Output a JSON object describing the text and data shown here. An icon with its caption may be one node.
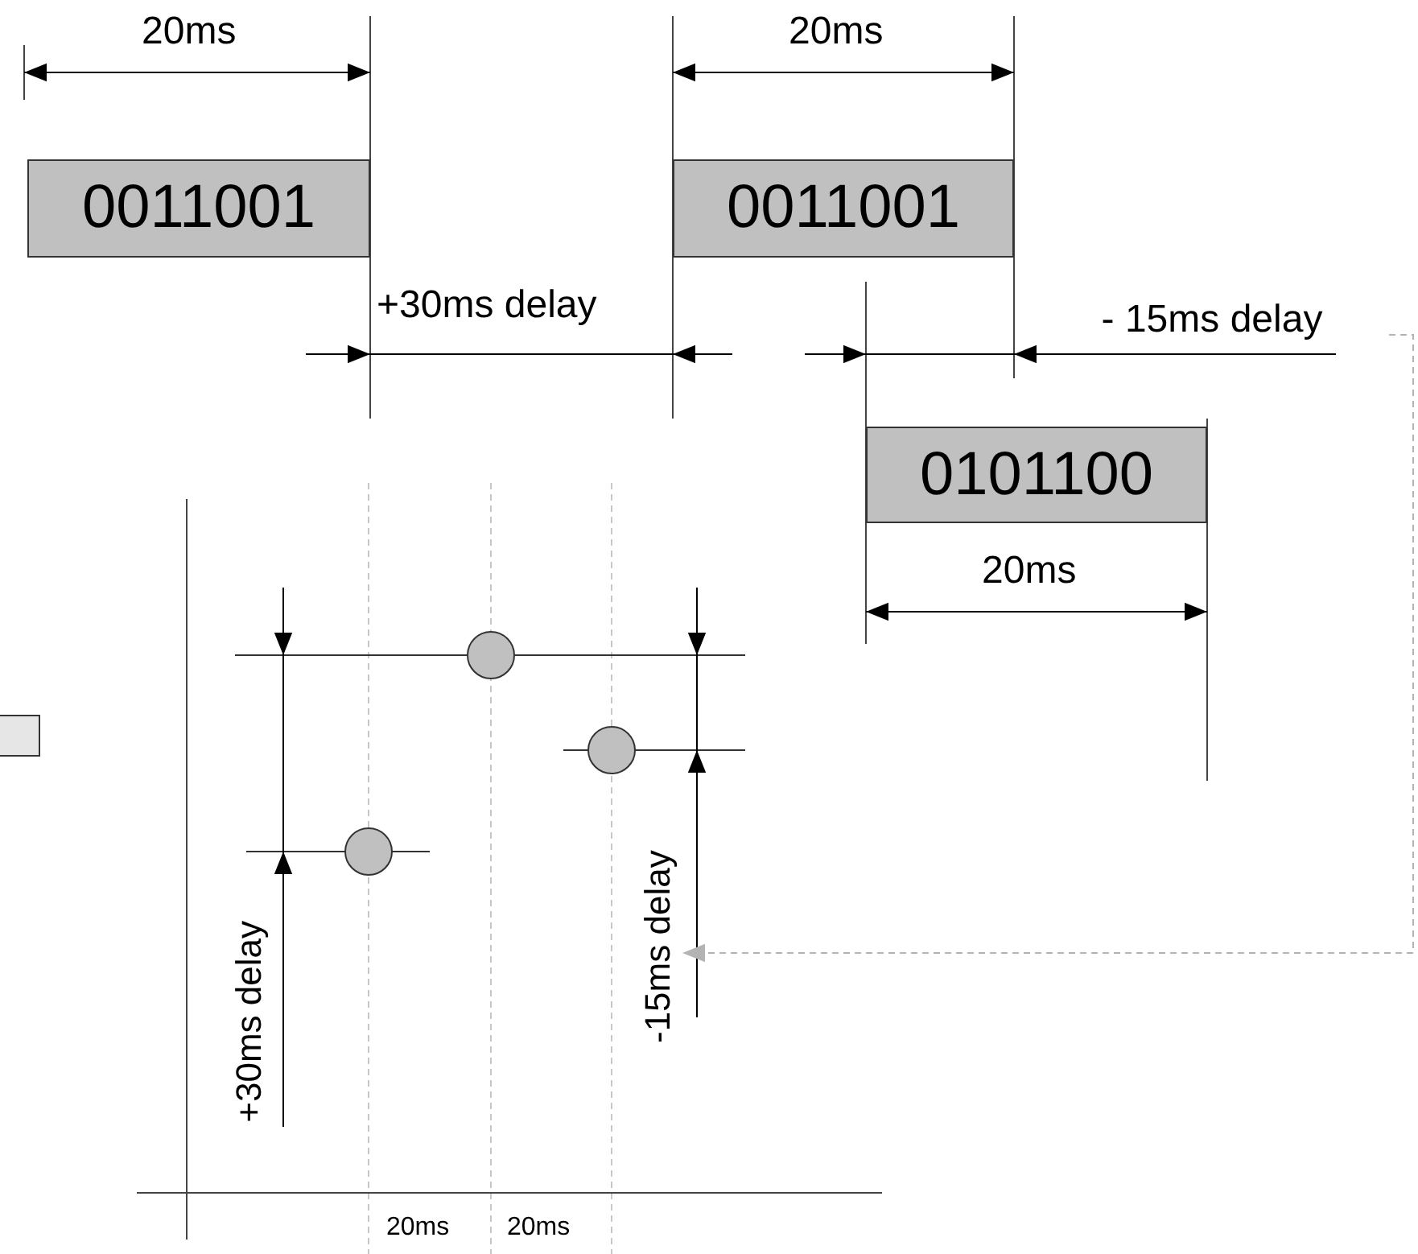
{
  "diagram": {
    "nodes": [
      {
        "text": [
          "0011001"
        ]
      },
      {
        "text": [
          "0011001"
        ]
      },
      {
        "text": [
          "- 15ms delay"
        ]
      },
      {
        "text": [
          "0101100"
        ]
      },
      {
        "text": [],
        "shape": "box"
      },
      {
        "text": [],
        "shape": "circle"
      },
      {
        "text": [],
        "shape": "circle"
      },
      {
        "text": [],
        "shape": "circle"
      },
      {
        "text": [
          "-15ms delay"
        ]
      }
    ],
    "edges": [
      {
        "from": 2,
        "to": 8,
        "arrow": "to",
        "style": "dashed",
        "color": "#b3b3b3"
      }
    ],
    "labels": [
      "20ms",
      "20ms",
      "+30ms delay",
      "20ms",
      "+30ms delay",
      "20ms",
      "20ms"
    ]
  }
}
